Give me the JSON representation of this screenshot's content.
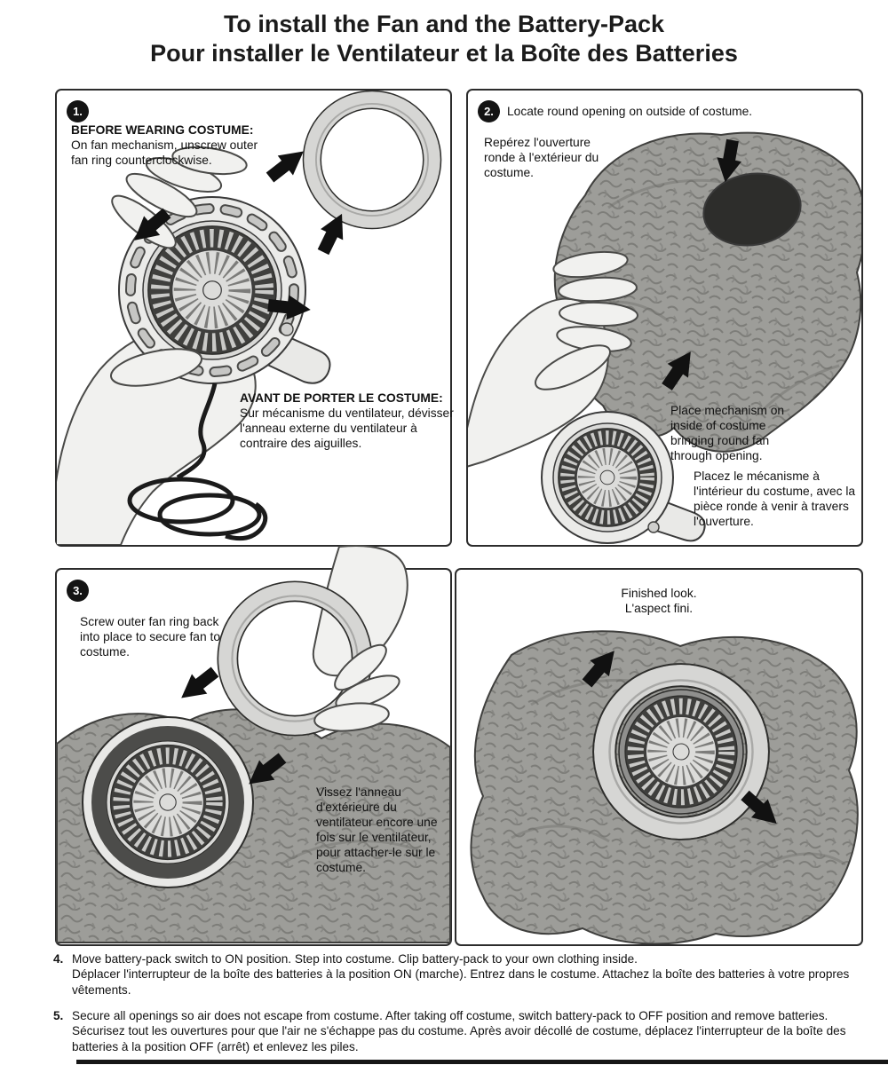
{
  "palette": {
    "ink": "#111111",
    "fabric_gray": "#9d9d99"
  },
  "title": {
    "en": "To install the Fan and the Battery-Pack",
    "fr": "Pour installer le Ventilateur et la Boîte des Batteries"
  },
  "panels": {
    "p1": {
      "number": "1.",
      "heading_en": "BEFORE WEARING COSTUME:",
      "body_en": "On fan mechanism, unscrew outer fan ring counterclockwise.",
      "heading_fr": "AVANT DE PORTER LE COSTUME:",
      "body_fr": "Sur mécanisme du ventilateur, dévisser l'anneau externe du ventilateur à contraire des aiguilles."
    },
    "p2": {
      "number": "2.",
      "caption_en": "Locate round opening on outside of costume.",
      "caption_fr": "Repérez l'ouverture ronde à l'extérieur du costume.",
      "body_en": "Place mechanism on inside of costume bringing round fan through opening.",
      "body_fr": "Placez le mécanisme à l'intérieur du costume, avec la pièce ronde à venir à travers l'ouverture."
    },
    "p3": {
      "number": "3.",
      "body_en": "Screw outer fan ring back into place to secure fan to costume.",
      "body_fr": "Vissez l'anneau d'extérieure du ventilateur encore une fois sur le ventilateur, pour attacher-le sur le costume."
    },
    "p4": {
      "caption_en": "Finished look.",
      "caption_fr": "L'aspect fini."
    }
  },
  "steps": [
    {
      "number": "4.",
      "en": "Move battery-pack switch to ON position. Step into costume. Clip battery-pack to your own clothing inside.",
      "fr": "Déplacer l'interrupteur de la boîte des batteries à la position ON (marche). Entrez dans le costume. Attachez la boîte des batteries à votre propres vêtements."
    },
    {
      "number": "5.",
      "en": "Secure all openings so air does not escape from costume. After taking off costume, switch battery-pack to OFF position and remove batteries.",
      "fr": "Sécurisez tout les ouvertures pour que l'air ne s'échappe pas du costume. Après avoir décollé de costume, déplacez l'interrupteur de la boîte des batteries à la position OFF (arrêt) et enlevez les piles."
    }
  ]
}
